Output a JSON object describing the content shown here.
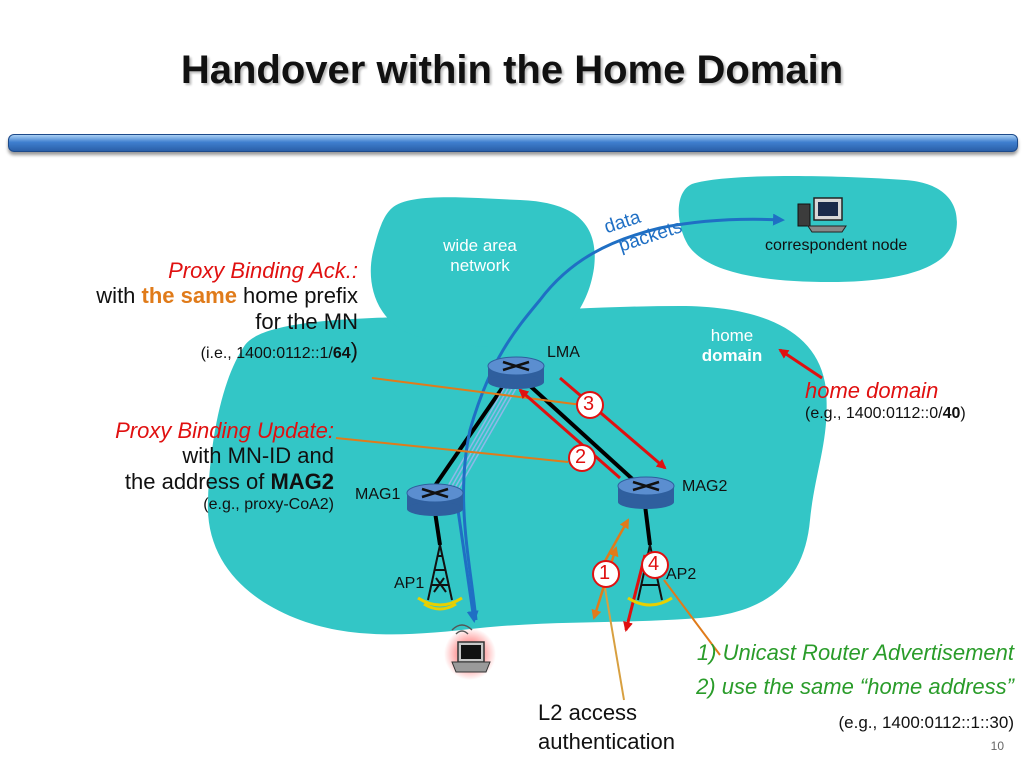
{
  "slide": {
    "title": "Handover within the Home Domain",
    "page_number": "10"
  },
  "labels": {
    "wan_line1": "wide area",
    "wan_line2": "network",
    "correspondent_node": "correspondent node",
    "data_line1": "data",
    "data_line2": "packets",
    "home_line1": "home",
    "home_line2": "domain",
    "lma": "LMA",
    "mag1": "MAG1",
    "mag2": "MAG2",
    "ap1": "AP1",
    "ap2": "AP2"
  },
  "ack": {
    "title": "Proxy Binding Ack.:",
    "line2_pre": "with ",
    "line2_emph": "the same",
    "line2_post": " home prefix",
    "line3": "for the MN",
    "example_pre": "(i.e., 1400:0112::1/",
    "example_bold": "64",
    "example_post": ")"
  },
  "update": {
    "title": "Proxy Binding Update:",
    "line2": "with MN-ID and",
    "line3_pre": "the address of ",
    "line3_bold": "MAG2",
    "example": "(e.g., proxy-CoA2)"
  },
  "home_domain_note": {
    "title": "home domain",
    "example_pre": "(e.g., 1400:0112::0/",
    "example_bold": "40",
    "example_post": ")"
  },
  "steps": {
    "s1": "1",
    "s2": "2",
    "s3": "3",
    "s4": "4",
    "s1_desc": "1) Unicast Router Advertisement",
    "s2_desc": "2) use the same “home address”",
    "address_example": "(e.g., 1400:0112::1::30)"
  },
  "l2": {
    "line1": "L2 access",
    "line2": "authentication"
  },
  "colors": {
    "cloud": "#33c6c6",
    "red": "#e01010",
    "orange": "#e07b1a",
    "green": "#2a9c2a",
    "blue": "#1f6fc4",
    "router": "#3b6fb6"
  }
}
